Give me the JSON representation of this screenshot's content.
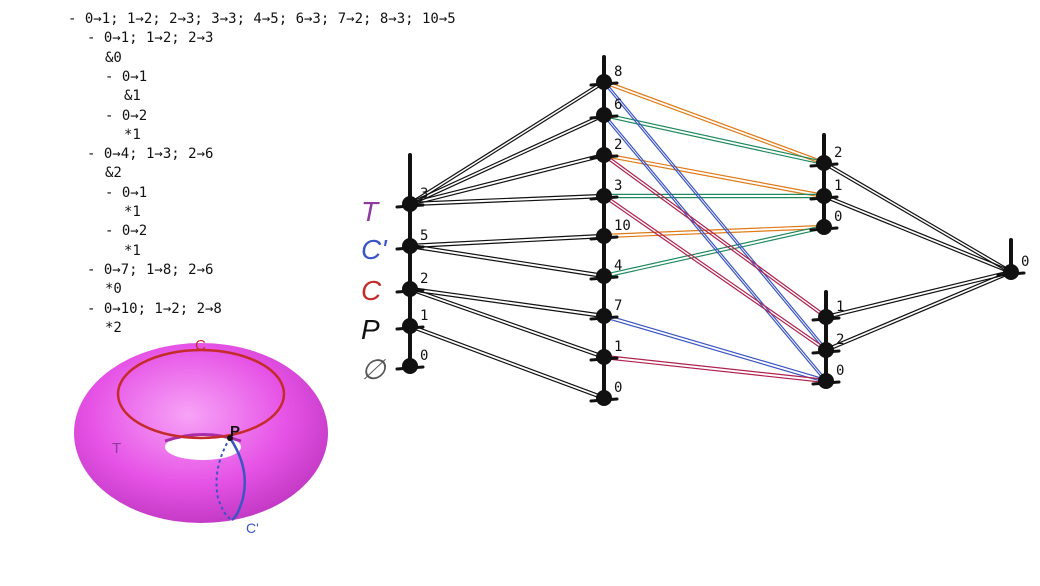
{
  "tree": [
    {
      "depth": 0,
      "text": "- 0→1; 1→2; 2→3; 3→3; 4→5; 6→3; 7→2; 8→3; 10→5"
    },
    {
      "depth": 1,
      "text": "- 0→1; 1→2; 2→3"
    },
    {
      "depth": 2,
      "text": "&0"
    },
    {
      "depth": 2,
      "text": "- 0→1"
    },
    {
      "depth": 3,
      "text": "&1"
    },
    {
      "depth": 2,
      "text": "- 0→2"
    },
    {
      "depth": 3,
      "text": "*1"
    },
    {
      "depth": 1,
      "text": "- 0→4; 1→3; 2→6"
    },
    {
      "depth": 2,
      "text": "&2"
    },
    {
      "depth": 2,
      "text": "- 0→1"
    },
    {
      "depth": 3,
      "text": "*1"
    },
    {
      "depth": 2,
      "text": "- 0→2"
    },
    {
      "depth": 3,
      "text": "*1"
    },
    {
      "depth": 1,
      "text": "- 0→7; 1→8; 2→6"
    },
    {
      "depth": 2,
      "text": "*0"
    },
    {
      "depth": 1,
      "text": "- 0→10; 1→2; 2→8"
    },
    {
      "depth": 2,
      "text": "*2"
    }
  ],
  "legend": [
    {
      "label": "T",
      "color": "#8e3a9e"
    },
    {
      "label": "C'",
      "color": "#3b55c4"
    },
    {
      "label": "C",
      "color": "#c42c2c"
    },
    {
      "label": "P",
      "color": "#111111"
    },
    {
      "label": "∅",
      "color": "#555555"
    }
  ],
  "columns": {
    "col1": [
      "3",
      "5",
      "2",
      "1",
      "0"
    ],
    "col2": [
      "8",
      "6",
      "2",
      "3",
      "10",
      "4",
      "7",
      "1",
      "0"
    ],
    "col3a": [
      "2",
      "1",
      "0"
    ],
    "col3b": [
      "1",
      "2",
      "0"
    ],
    "col4": [
      "0"
    ]
  },
  "torus": {
    "label_c": "C",
    "label_t": "T",
    "label_p": "P",
    "label_c_prime": "C'",
    "surface_color": "#e653e6",
    "c_color": "#c42c2c",
    "c_prime_color": "#3b55c4"
  },
  "edge_colors": {
    "black": "#111111",
    "orange": "#e07a18",
    "green": "#1f8a5e",
    "blue": "#3b55c4",
    "crimson": "#b0224e"
  }
}
